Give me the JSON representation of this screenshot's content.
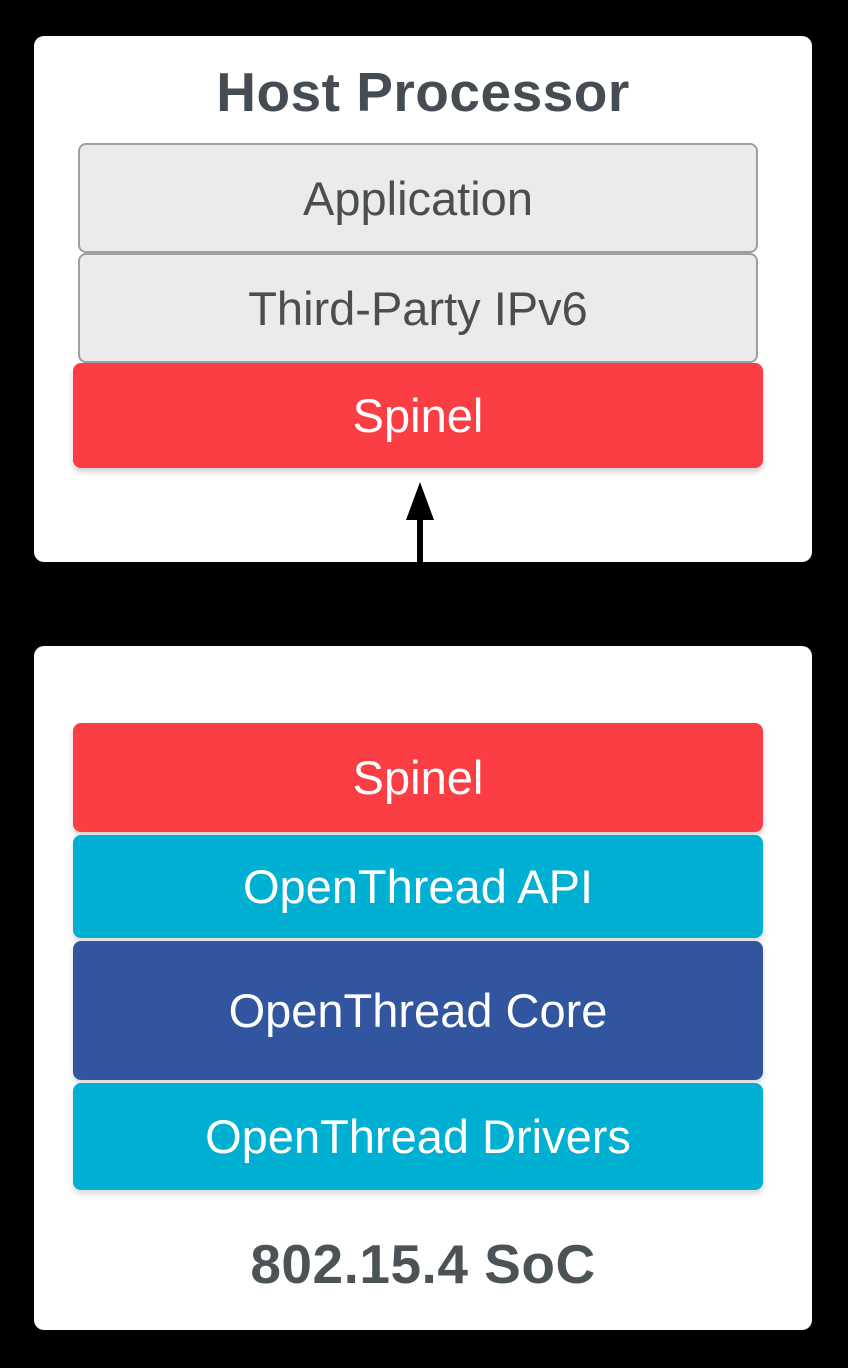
{
  "diagram": {
    "description": "OpenThread NCP architecture diagram",
    "host": {
      "title": "Host Processor",
      "layers": [
        {
          "label": "Application",
          "style": "gray"
        },
        {
          "label": "Third-Party IPv6",
          "style": "gray"
        },
        {
          "label": "Spinel",
          "style": "red"
        }
      ]
    },
    "soc": {
      "title": "802.15.4 SoC",
      "layers": [
        {
          "label": "Spinel",
          "style": "red"
        },
        {
          "label": "OpenThread API",
          "style": "cyan"
        },
        {
          "label": "OpenThread Core",
          "style": "navy"
        },
        {
          "label": "OpenThread Drivers",
          "style": "cyan"
        }
      ]
    },
    "connector": "bidirectional-vertical-arrow"
  },
  "colors": {
    "background": "#000000",
    "card": "#ffffff",
    "red": "#fb3e44",
    "cyan": "#00b0d2",
    "navy": "#31569f",
    "gray_fill": "#ebebeb",
    "gray_border": "#9f9f9f",
    "title_text": "#454c53",
    "gray_text": "#4b4e50",
    "white_text": "#ffffff",
    "arrow": "#000000"
  }
}
